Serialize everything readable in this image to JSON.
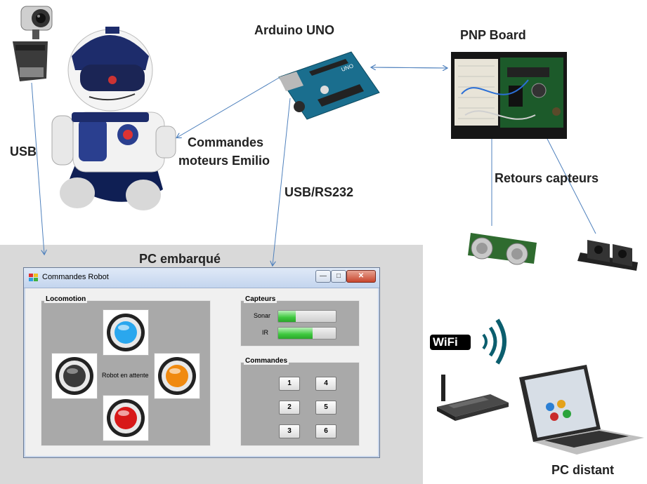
{
  "labels": {
    "arduino": "Arduino UNO",
    "pnp": "PNP Board",
    "commandes_line1": "Commandes",
    "commandes_line2": "moteurs Emilio",
    "usb": "USB",
    "usb_rs232": "USB/RS232",
    "retours": "Retours capteurs",
    "pc_embarque": "PC embarqué",
    "pc_distant": "PC distant",
    "wifi": "WiFi"
  },
  "window": {
    "title": "Commandes Robot",
    "locomotion_group": "Locomotion",
    "status_text": "Robot en attente",
    "capteurs_group": "Capteurs",
    "sensors": [
      {
        "label": "Sonar",
        "level": 0.3
      },
      {
        "label": "IR",
        "level": 0.6
      }
    ],
    "commandes_group": "Commandes",
    "command_buttons": [
      "1",
      "4",
      "2",
      "5",
      "3",
      "6"
    ],
    "direction_colors": {
      "up": "#2aa7ee",
      "left": "#3a3a3a",
      "right": "#f08a10",
      "down": "#d81818"
    }
  }
}
